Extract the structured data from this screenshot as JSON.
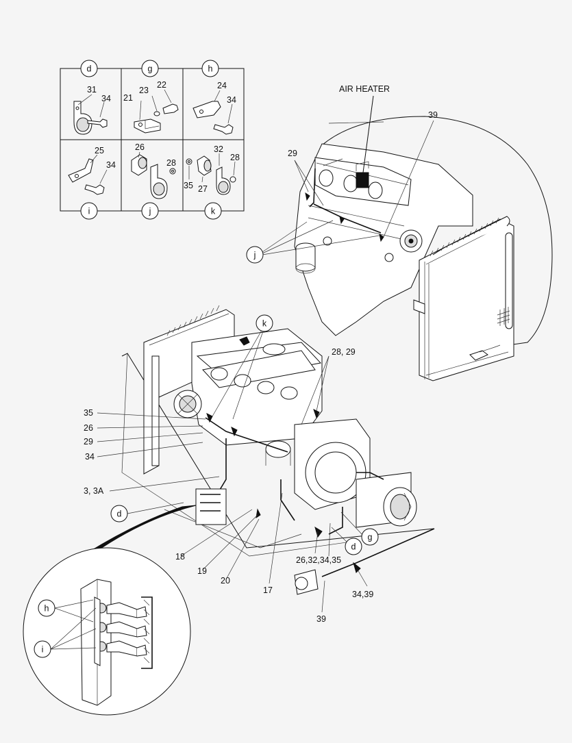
{
  "callouts_top": {
    "letters": [
      "d",
      "g",
      "h",
      "i",
      "j",
      "k"
    ],
    "d": [
      "31",
      "34"
    ],
    "g": [
      "21",
      "23",
      "22"
    ],
    "h": [
      "24",
      "34"
    ],
    "i": [
      "25",
      "34"
    ],
    "j": [
      "26",
      "28"
    ],
    "k": [
      "35",
      "27",
      "32",
      "28"
    ]
  },
  "engine_top": {
    "air_heater_label": "AIR HEATER",
    "label_39": "39",
    "label_29": "29",
    "callout_j": "j"
  },
  "engine_bottom": {
    "callout_k": "k",
    "label_28_29": "28, 29",
    "label_35": "35",
    "label_26": "26",
    "label_29": "29",
    "label_34": "34",
    "label_3_3A": "3, 3A",
    "callout_d": "d",
    "label_18": "18",
    "label_19": "19",
    "label_20": "20",
    "label_17": "17",
    "label_26_32_34_35": "26,32,34,35",
    "callout_d2": "d",
    "callout_g": "g",
    "label_34_39": "34,39",
    "label_39": "39"
  },
  "detail_zoom": {
    "callout_h": "h",
    "callout_i": "i"
  }
}
